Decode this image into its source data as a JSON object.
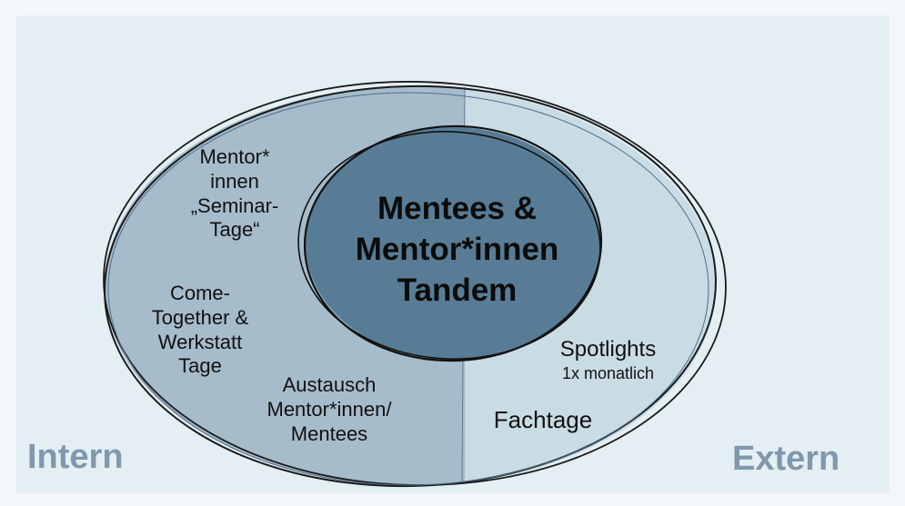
{
  "center": {
    "lines": [
      "Mentees &",
      "Mentor*innen",
      "Tandem"
    ]
  },
  "intern_items": {
    "seminar": [
      "Mentor*",
      "innen",
      "„Seminar-",
      "Tage“"
    ],
    "come_together": [
      "Come-",
      "Together &",
      "Werkstatt",
      "Tage"
    ],
    "austausch": [
      "Austausch",
      "Mentor*innen/",
      "Mentees"
    ]
  },
  "extern_items": {
    "spotlights_title": "Spotlights",
    "spotlights_sub": "1x monatlich",
    "fachtage": "Fachtage"
  },
  "sides": {
    "intern": "Intern",
    "extern": "Extern"
  },
  "colors": {
    "panel": "#e4eff3",
    "intern_fill": "#a6bccb",
    "extern_fill": "#c9dbe3",
    "center_fill": "#587c95",
    "side_label": "#8097ac"
  }
}
